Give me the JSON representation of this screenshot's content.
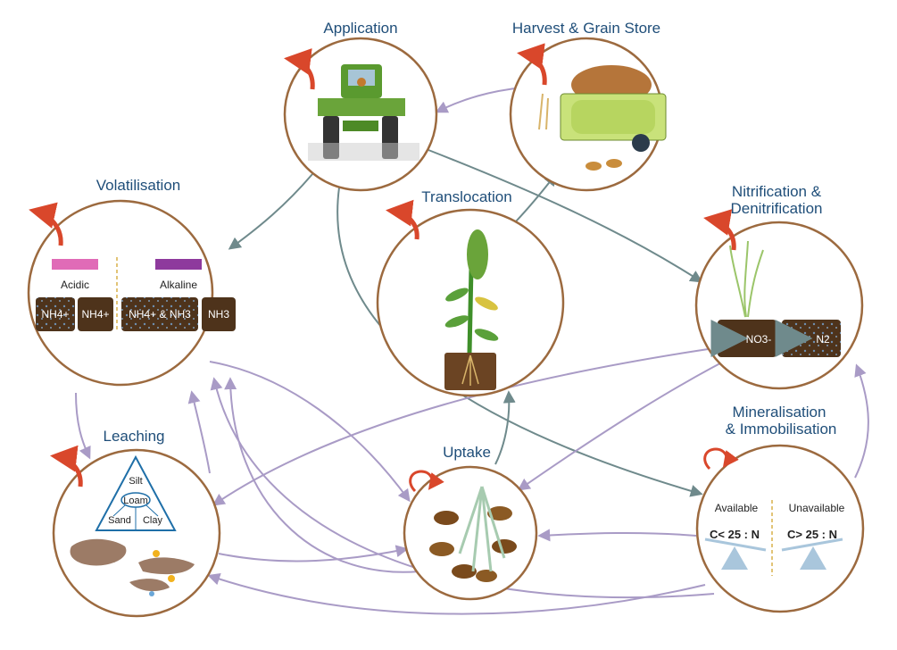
{
  "nodes": {
    "application": {
      "title": "Application"
    },
    "harvest": {
      "title": "Harvest & Grain Store"
    },
    "volatilisation": {
      "title": "Volatilisation",
      "acidic": "Acidic",
      "alkaline": "Alkaline",
      "soil_labels": [
        "NH4+",
        "NH4+",
        "NH4+ & NH3",
        "NH3"
      ]
    },
    "translocation": {
      "title": "Translocation"
    },
    "nitrification": {
      "title_line1": "Nitrification &",
      "title_line2": "Denitrification",
      "soil_labels": [
        "NO3-",
        "N2"
      ]
    },
    "leaching": {
      "title": "Leaching",
      "texture": [
        "Silt",
        "Loam",
        "Sand",
        "Clay"
      ]
    },
    "uptake": {
      "title": "Uptake"
    },
    "mineralisation": {
      "title_line1": "Mineralisation",
      "title_line2": "& Immobilisation",
      "available": "Available",
      "unavailable": "Unavailable",
      "ratio_left": "C< 25 : N",
      "ratio_right": "C> 25 : N"
    }
  },
  "colors": {
    "circle_border": "#9c6a3f",
    "title": "#1f4e79",
    "arrow_grey": "#6f8a8c",
    "arrow_purple": "#a99bc6",
    "loss_arrow": "#d9472b",
    "soil": "#5a3a1e",
    "acidic_bar": "#e06bb7",
    "alkaline_bar": "#8e3a9d"
  }
}
